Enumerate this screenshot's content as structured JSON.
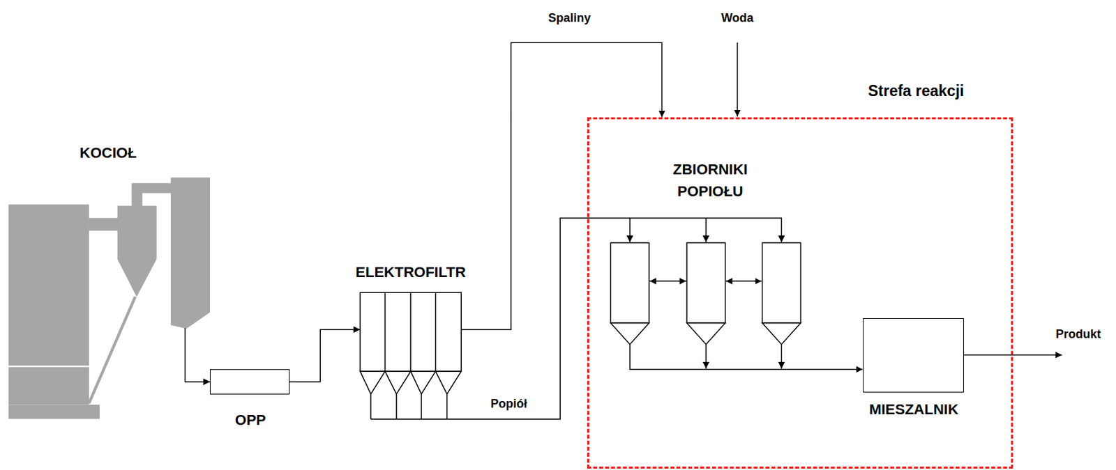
{
  "diagram": {
    "nodes": [
      {
        "text": [
          "KOCIOŁ"
        ]
      },
      {
        "text": [
          "OPP"
        ]
      },
      {
        "text": [
          "ELEKTROFILTR"
        ]
      },
      {
        "text": [
          "Strefa reakcji"
        ]
      },
      {
        "text": [
          "ZBIORNIKI POPIOŁU"
        ],
        "in": 3
      },
      {
        "text": [
          "MIESZALNIK"
        ],
        "in": 3
      }
    ],
    "edges": [
      {
        "from": 0,
        "to": 1,
        "arrow": "to"
      },
      {
        "from": 1,
        "to": 2,
        "arrow": "to"
      },
      {
        "from": 2,
        "to": 3,
        "label": "Spaliny",
        "arrow": "to"
      },
      {
        "from": 2,
        "to": 4,
        "label": "Popiół",
        "arrow": "to"
      },
      {
        "from": 4,
        "to": 5,
        "arrow": "to"
      }
    ],
    "labels": [
      "Woda",
      "Produkt"
    ]
  }
}
